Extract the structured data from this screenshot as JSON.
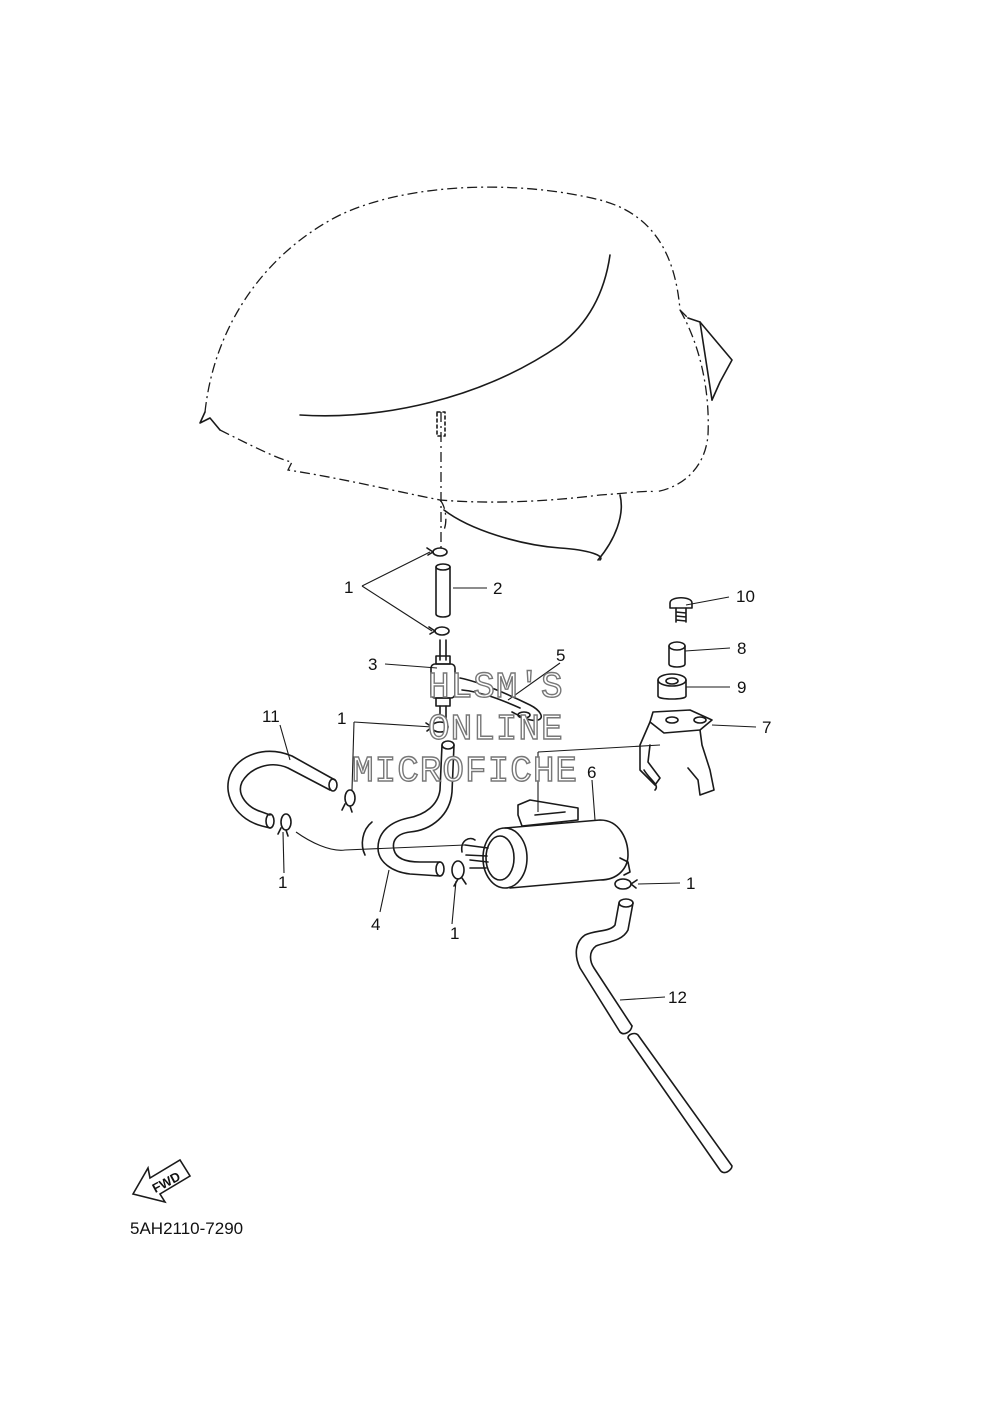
{
  "diagram": {
    "labels": {
      "clip": "1",
      "hose_2": "2",
      "filter_3": "3",
      "hose_4": "4",
      "hose_5": "5",
      "canister_6": "6",
      "bracket_7": "7",
      "collar_8": "8",
      "damper_9": "9",
      "bolt_10": "10",
      "hose_11": "11",
      "hose_12": "12"
    },
    "watermark": {
      "line1": "HLSM'S",
      "line2": "ONLINE",
      "line3": "MICROFICHE"
    },
    "fwd_label": "FWD",
    "part_code": "5AH2110-7290"
  }
}
